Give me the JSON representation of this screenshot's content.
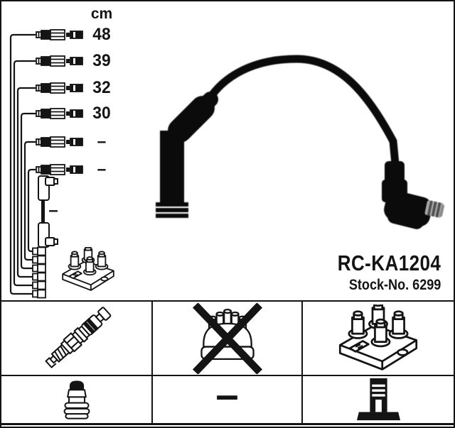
{
  "product": {
    "part_number": "RC-KA1204",
    "stock_number": "Stock-No. 6299"
  },
  "length_table": {
    "unit_label": "cm",
    "leads": [
      {
        "id": 1,
        "length_cm": "48"
      },
      {
        "id": 2,
        "length_cm": "39"
      },
      {
        "id": 3,
        "length_cm": "32"
      },
      {
        "id": 4,
        "length_cm": "30"
      },
      {
        "id": 5,
        "length_cm": "–"
      },
      {
        "id": 6,
        "length_cm": "–"
      }
    ],
    "coil_lead_length": "–"
  },
  "application_grid": {
    "cells": [
      {
        "icon": "spark-plug",
        "crossed_out": false,
        "label": ""
      },
      {
        "icon": "distributor-cap",
        "crossed_out": true,
        "label": ""
      },
      {
        "icon": "ignition-coil-pack",
        "crossed_out": false,
        "label": ""
      },
      {
        "icon": "terminal-nut",
        "crossed_out": false,
        "label": ""
      },
      {
        "icon": "none",
        "crossed_out": false,
        "label": "–"
      },
      {
        "icon": "coil-boot",
        "crossed_out": false,
        "label": ""
      }
    ]
  },
  "colors": {
    "ink": "#141414",
    "paper": "#ffffff",
    "cable_black": "#0b0b0b",
    "metal_gray": "#a8a8a8"
  }
}
